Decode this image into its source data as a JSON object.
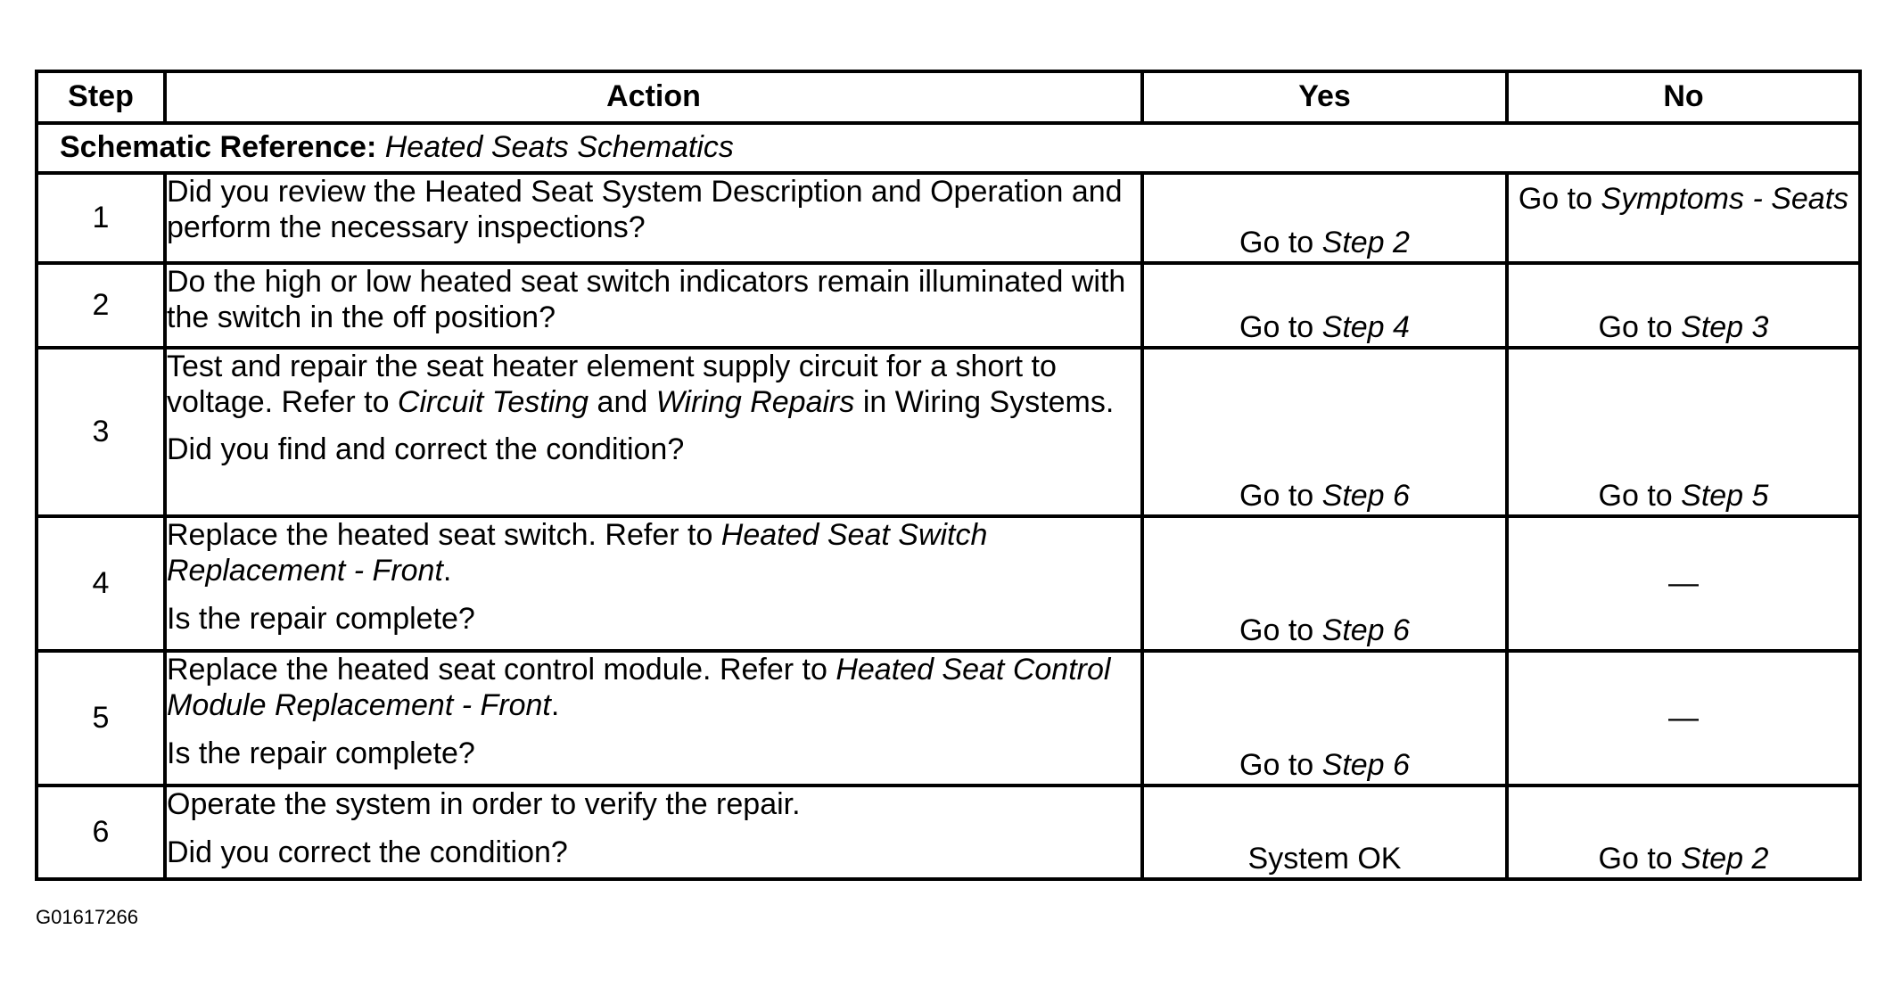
{
  "table": {
    "headers": {
      "step": "Step",
      "action": "Action",
      "yes": "Yes",
      "no": "No"
    },
    "schematic_ref": {
      "label": "Schematic Reference:",
      "value": "Heated Seats Schematics"
    },
    "rows": [
      {
        "step": "1",
        "action_a": "Did you review the Heated Seat System Description and Operation and perform the necessary inspections?",
        "yes_pre": "Go to ",
        "yes_em": "Step 2",
        "no_pre": "Go to ",
        "no_em": "Symptoms - Seats"
      },
      {
        "step": "2",
        "action_a": "Do the high or low heated seat switch indicators remain illuminated with the switch in the off position?",
        "yes_pre": "Go to ",
        "yes_em": "Step 4",
        "no_pre": "Go to ",
        "no_em": "Step 3"
      },
      {
        "step": "3",
        "action_a": "Test and repair the seat heater element supply circuit for a short to voltage. Refer to ",
        "action_em1": "Circuit Testing",
        "action_b": " and ",
        "action_em2": "Wiring Repairs",
        "action_c": " in Wiring Systems.",
        "action_q": "Did you find and correct the condition?",
        "yes_pre": "Go to ",
        "yes_em": "Step 6",
        "no_pre": "Go to ",
        "no_em": "Step 5"
      },
      {
        "step": "4",
        "action_a": "Replace the heated seat switch. Refer to ",
        "action_em1": "Heated Seat Switch Replacement - Front",
        "action_b": ".",
        "action_q": "Is the repair complete?",
        "yes_pre": "Go to ",
        "yes_em": "Step 6",
        "no_text": "—"
      },
      {
        "step": "5",
        "action_a": "Replace the heated seat control module. Refer to ",
        "action_em1": "Heated Seat Control Module Replacement - Front",
        "action_b": ".",
        "action_q": "Is the repair complete?",
        "yes_pre": "Go to ",
        "yes_em": "Step 6",
        "no_text": "—"
      },
      {
        "step": "6",
        "action_a": "Operate the system in order to verify the repair.",
        "action_q": "Did you correct the condition?",
        "yes_text": "System OK",
        "no_pre": "Go to ",
        "no_em": "Step 2"
      }
    ]
  },
  "caption": "G01617266"
}
